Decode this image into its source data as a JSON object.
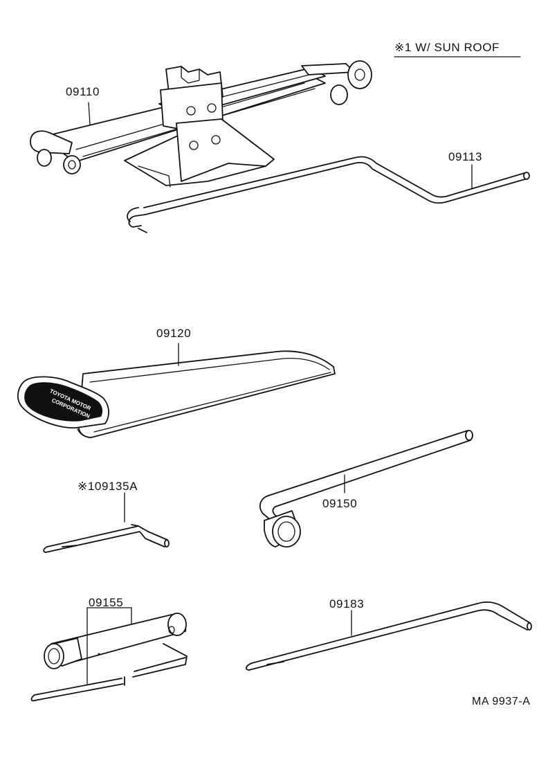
{
  "note": {
    "text": "※1 W/ SUN ROOF"
  },
  "parts": [
    {
      "id": "jack",
      "number": "09110"
    },
    {
      "id": "jack-handle",
      "number": "09113"
    },
    {
      "id": "tool-bag",
      "number": "09120"
    },
    {
      "id": "sunroof-wrench",
      "number": "※109135A"
    },
    {
      "id": "wheel-nut-wrench",
      "number": "09150"
    },
    {
      "id": "plug-wrench",
      "number": "09155"
    },
    {
      "id": "jack-handle-extension",
      "number": "09183"
    }
  ],
  "bag_print": {
    "line1": "TOYOTA MOTOR",
    "line2": "CORPORATION"
  },
  "drawing_number": "MA 9937-A"
}
